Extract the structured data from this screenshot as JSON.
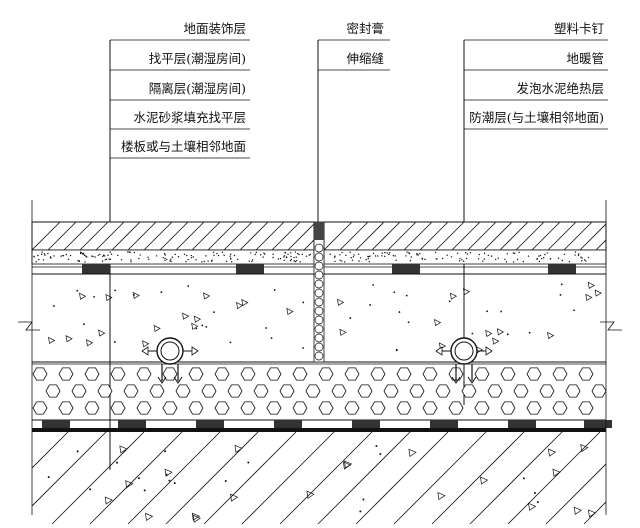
{
  "labels": {
    "left": [
      "地面装饰层",
      "找平层(潮湿房间)",
      "隔离层(潮湿房间)",
      "水泥砂浆填充找平层",
      "楼板或与土壤相邻地面"
    ],
    "middle": [
      "密封膏",
      "伸缩缝"
    ],
    "right": [
      "塑料卡钉",
      "地暖管",
      "发泡水泥绝热层",
      "防潮层(与土壤相邻地面)"
    ]
  },
  "colors": {
    "line": "#111111",
    "paper": "#ffffff",
    "fill_dark": "#333333"
  }
}
